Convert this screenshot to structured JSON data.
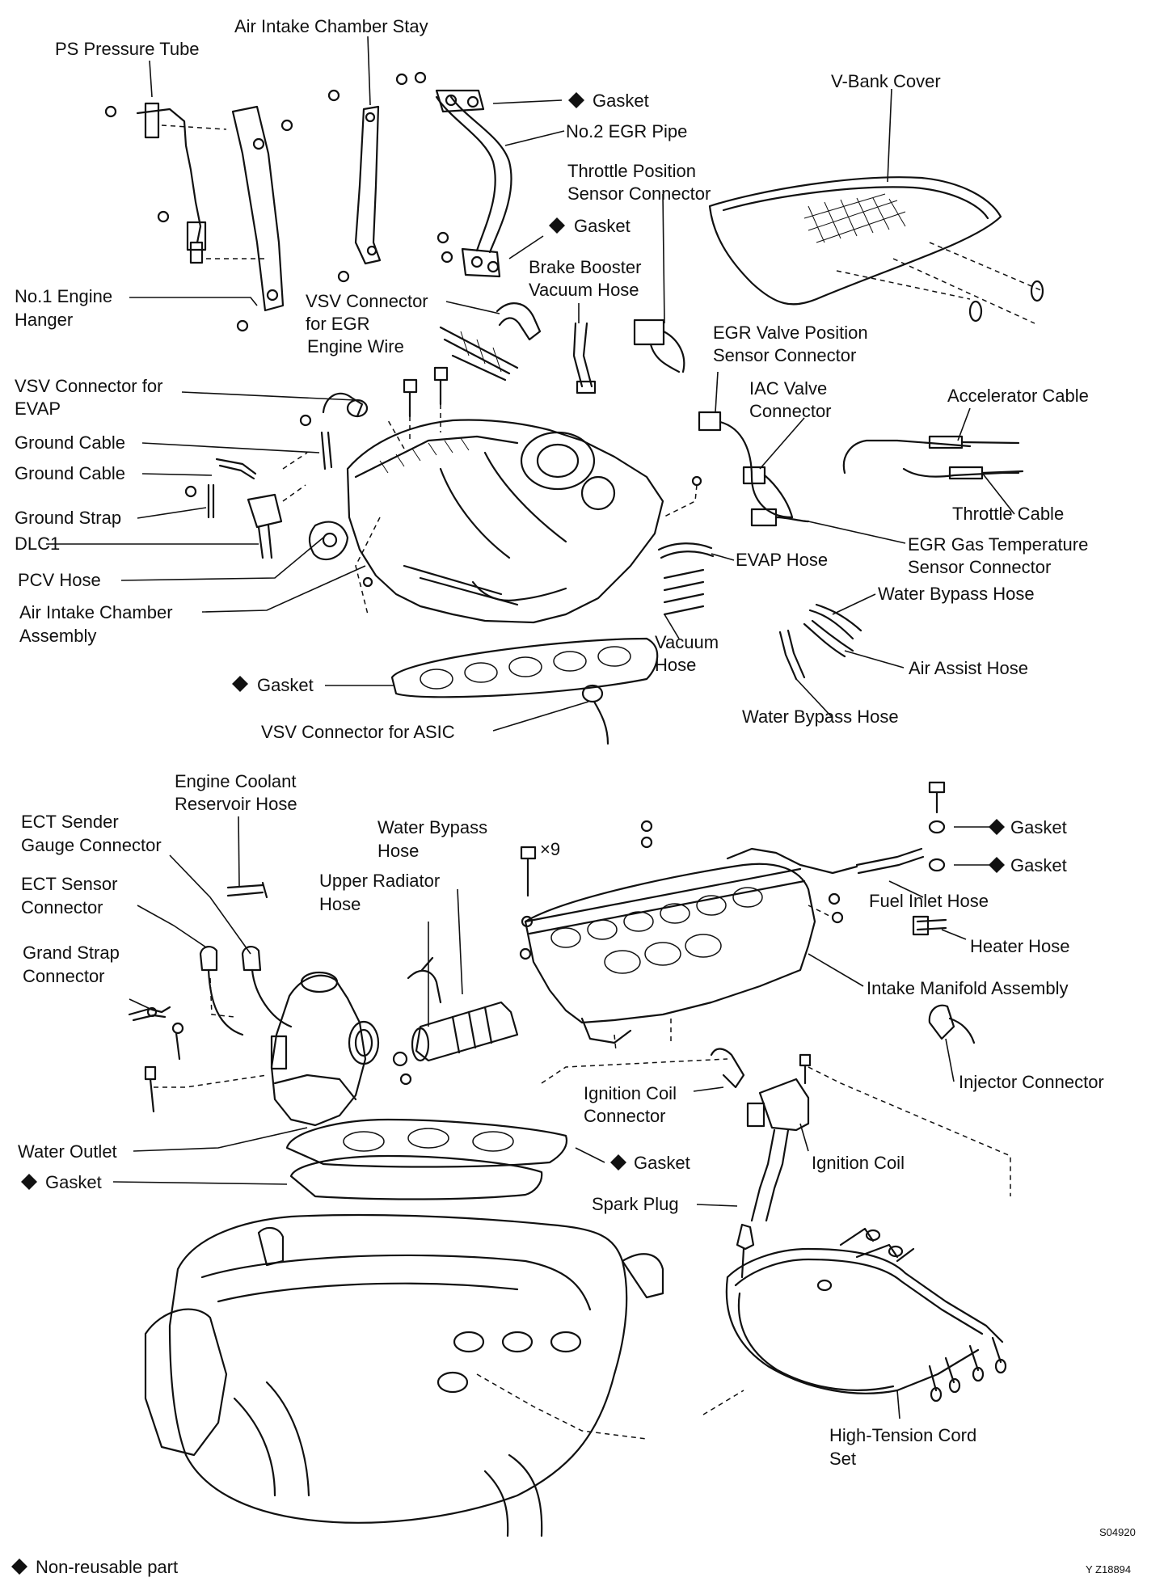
{
  "labels": {
    "ps_pressure_tube": "PS Pressure Tube",
    "air_intake_chamber_stay": "Air Intake Chamber Stay",
    "gasket": "Gasket",
    "no2_egr_pipe": "No.2 EGR Pipe",
    "v_bank_cover": "V-Bank Cover",
    "throttle_position_sensor_connector_1": "Throttle Position",
    "throttle_position_sensor_connector_2": "Sensor Connector",
    "brake_booster_vacuum_hose_1": "Brake Booster",
    "brake_booster_vacuum_hose_2": "Vacuum Hose",
    "no1_engine_hanger_1": "No.1 Engine",
    "no1_engine_hanger_2": "Hanger",
    "vsv_connector_egr_1": "VSV Connector",
    "vsv_connector_egr_2": "for EGR",
    "engine_wire": "Engine Wire",
    "egr_valve_position_sensor_connector_1": "EGR Valve Position",
    "egr_valve_position_sensor_connector_2": "Sensor Connector",
    "vsv_connector_evap_1": "VSV Connector for",
    "vsv_connector_evap_2": "EVAP",
    "iac_valve_connector_1": "IAC Valve",
    "iac_valve_connector_2": "Connector",
    "accelerator_cable": "Accelerator Cable",
    "ground_cable": "Ground Cable",
    "throttle_cable": "Throttle Cable",
    "ground_strap": "Ground Strap",
    "egr_gas_temperature_sensor_connector_1": "EGR Gas Temperature",
    "egr_gas_temperature_sensor_connector_2": "Sensor Connector",
    "dlc1": "DLC1",
    "evap_hose": "EVAP Hose",
    "pcv_hose": "PCV Hose",
    "water_bypass_hose": "Water Bypass Hose",
    "air_intake_chamber_assembly_1": "Air Intake Chamber",
    "air_intake_chamber_assembly_2": "Assembly",
    "vacuum_hose_1": "Vacuum",
    "vacuum_hose_2": "Hose",
    "air_assist_hose": "Air Assist Hose",
    "vsv_connector_asic": "VSV Connector for ASIC",
    "engine_coolant_reservoir_hose_1": "Engine Coolant",
    "engine_coolant_reservoir_hose_2": "Reservoir Hose",
    "ect_sender_gauge_connector_1": "ECT Sender",
    "ect_sender_gauge_connector_2": "Gauge Connector",
    "water_bypass_hose_2_1": "Water Bypass",
    "water_bypass_hose_2_2": "Hose",
    "bolt_count": "×9",
    "ect_sensor_connector_1": "ECT Sensor",
    "ect_sensor_connector_2": "Connector",
    "upper_radiator_hose_1": "Upper Radiator",
    "upper_radiator_hose_2": "Hose",
    "fuel_inlet_hose": "Fuel Inlet Hose",
    "grand_strap_connector_1": "Grand Strap",
    "grand_strap_connector_2": "Connector",
    "heater_hose": "Heater Hose",
    "intake_manifold_assembly": "Intake Manifold Assembly",
    "injector_connector": "Injector Connector",
    "ignition_coil_connector_1": "Ignition Coil",
    "ignition_coil_connector_2": "Connector",
    "water_outlet": "Water Outlet",
    "ignition_coil": "Ignition Coil",
    "spark_plug": "Spark Plug",
    "high_tension_cord_set_1": "High-Tension Cord",
    "high_tension_cord_set_2": "Set"
  },
  "legend": {
    "non_reusable_part": "Non-reusable part"
  },
  "codes": {
    "figure_code": "S04920",
    "sheet_code": "Y Z18894"
  }
}
